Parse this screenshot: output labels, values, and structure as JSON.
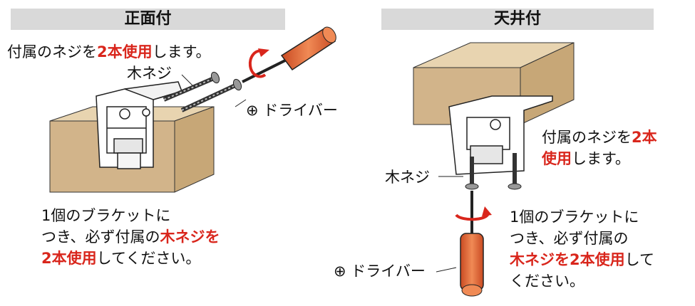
{
  "left": {
    "title": "正面付",
    "instruction": {
      "pre": "付属のネジを",
      "highlight": "2本使用",
      "post": "します。"
    },
    "screw_label": "木ネジ",
    "driver_label": "⊕ ドライバー",
    "note": {
      "line1": "1個のブラケットに",
      "line2_pre": "つき、必ず付属の",
      "line2_highlight": "木ネジを",
      "line3_highlight": "2本使用",
      "line3_post": "してください。"
    }
  },
  "right": {
    "title": "天井付",
    "instruction": {
      "line1_pre": "付属のネジを",
      "line1_highlight": "2本",
      "line2_highlight": "使用",
      "line2_post": "します。"
    },
    "screw_label": "木ネジ",
    "driver_label": "⊕ ドライバー",
    "note": {
      "line1": "1個のブラケットに",
      "line2": "つき、必ず付属の",
      "line3_highlight": "木ネジを2本使用",
      "line3_post": "して",
      "line4": "ください。"
    }
  },
  "colors": {
    "wood_top": "#e8d4b0",
    "wood_front": "#d2b48a",
    "wood_side": "#c7a777",
    "handle": "#e0693a",
    "accent_red": "#d9261c",
    "header_bg": "#d9d9d9"
  }
}
